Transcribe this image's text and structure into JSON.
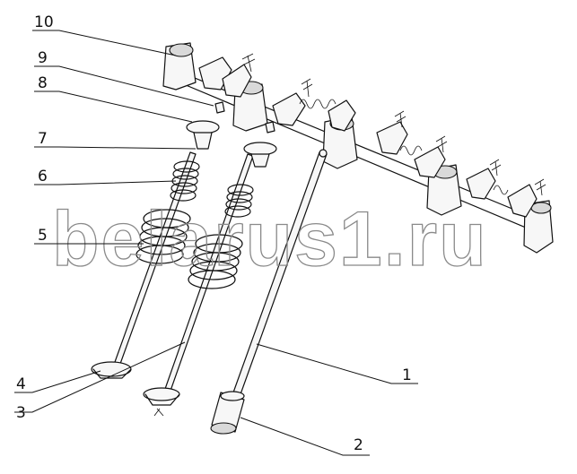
{
  "watermark": "belarus1.ru",
  "callouts": [
    {
      "id": "1",
      "label": "1"
    },
    {
      "id": "2",
      "label": "2"
    },
    {
      "id": "3",
      "label": "3"
    },
    {
      "id": "4",
      "label": "4"
    },
    {
      "id": "5",
      "label": "5"
    },
    {
      "id": "6",
      "label": "6"
    },
    {
      "id": "7",
      "label": "7"
    },
    {
      "id": "8",
      "label": "8"
    },
    {
      "id": "9",
      "label": "9"
    },
    {
      "id": "10",
      "label": "10"
    }
  ]
}
